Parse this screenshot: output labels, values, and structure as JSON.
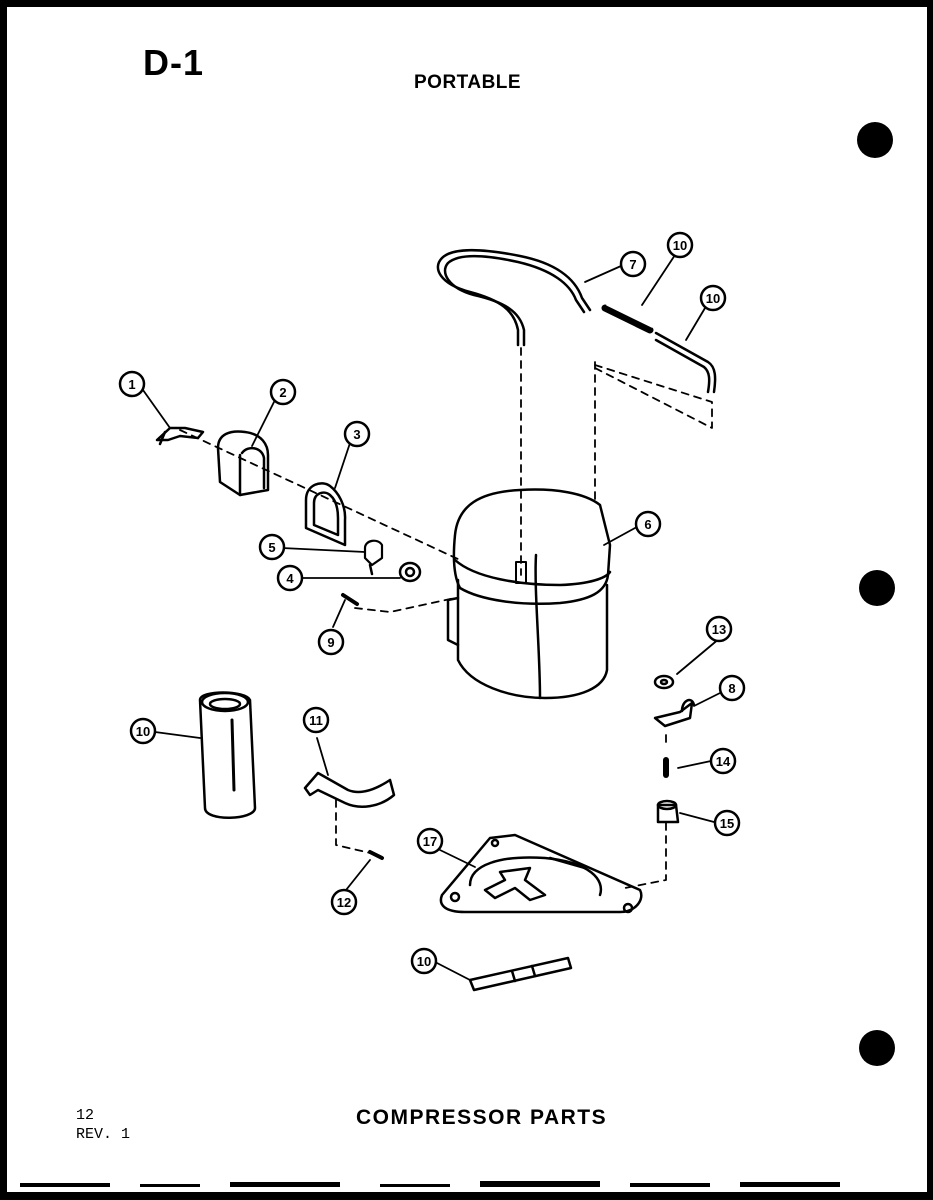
{
  "header": {
    "section_code": "D-1",
    "model": "PORTABLE"
  },
  "footer": {
    "page_number": "12",
    "revision": "REV. 1",
    "caption": "COMPRESSOR PARTS"
  },
  "callouts": {
    "c1": "1",
    "c2": "2",
    "c3": "3",
    "c4": "4",
    "c5": "5",
    "c6": "6",
    "c7": "7",
    "c8": "8",
    "c9": "9",
    "c10_capacitor": "10",
    "c10_tube": "10",
    "c10_hose": "10",
    "c10_strap": "10",
    "c11": "11",
    "c12": "12",
    "c13": "13",
    "c14": "14",
    "c15": "15",
    "c17": "17"
  },
  "colors": {
    "ink": "#000000",
    "paper": "#ffffff"
  }
}
